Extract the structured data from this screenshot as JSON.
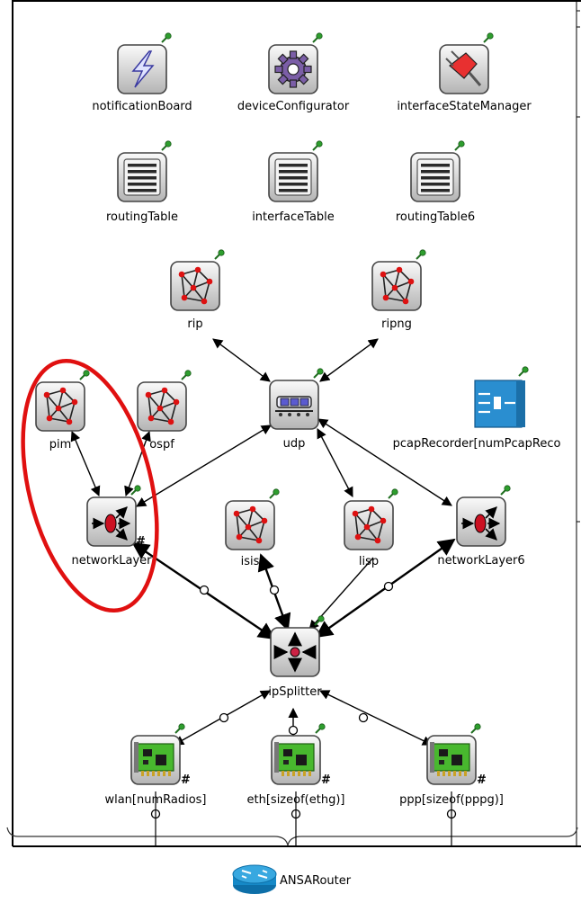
{
  "modules": {
    "notificationBoard": {
      "label": "notificationBoard",
      "icon": "lightning-bolt-icon"
    },
    "deviceConfigurator": {
      "label": "deviceConfigurator",
      "icon": "gear-icon"
    },
    "interfaceStateManager": {
      "label": "interfaceStateManager",
      "icon": "plug-icon"
    },
    "routingTable": {
      "label": "routingTable",
      "icon": "table-icon"
    },
    "interfaceTable": {
      "label": "interfaceTable",
      "icon": "table-icon"
    },
    "routingTable6": {
      "label": "routingTable6",
      "icon": "table-icon"
    },
    "rip": {
      "label": "rip",
      "icon": "network-graph-icon"
    },
    "ripng": {
      "label": "ripng",
      "icon": "network-graph-icon"
    },
    "pim": {
      "label": "pim",
      "icon": "network-graph-icon"
    },
    "ospf": {
      "label": "ospf",
      "icon": "network-graph-icon"
    },
    "udp": {
      "label": "udp",
      "icon": "conveyor-icon"
    },
    "pcapRecorder": {
      "label": "pcapRecorder[numPcapReco",
      "icon": "recorder-icon"
    },
    "networkLayer": {
      "label": "networkLayer",
      "icon": "network-layer-icon",
      "badge": "#"
    },
    "isis": {
      "label": "isis",
      "icon": "network-graph-icon"
    },
    "lisp": {
      "label": "lisp",
      "icon": "network-graph-icon"
    },
    "networkLayer6": {
      "label": "networkLayer6",
      "icon": "network-layer-icon"
    },
    "ipSplitter": {
      "label": "ipSplitter",
      "icon": "splitter-icon"
    },
    "wlan": {
      "label": "wlan[numRadios]",
      "icon": "nic-card-icon",
      "badge": "#"
    },
    "eth": {
      "label": "eth[sizeof(ethg)]",
      "icon": "nic-card-icon",
      "badge": "#"
    },
    "ppp": {
      "label": "ppp[sizeof(pppg)]",
      "icon": "nic-card-icon",
      "badge": "#"
    }
  },
  "compound": {
    "label": "ANSARouter",
    "icon": "router-icon"
  },
  "colors": {
    "pin": "#2e9e2e",
    "highlight": "#e01010",
    "graphNode": "#dd1111",
    "nic": "#3fae2a",
    "pcap": "#2288cc"
  }
}
